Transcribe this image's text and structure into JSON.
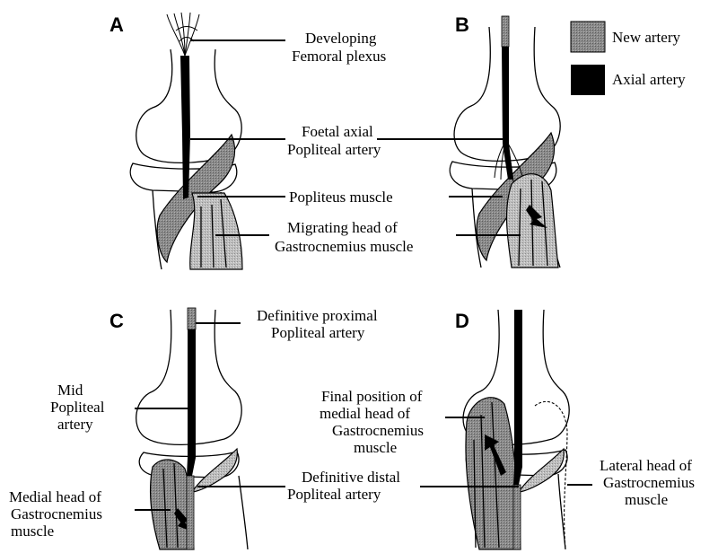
{
  "panels": {
    "A": "A",
    "B": "B",
    "C": "C",
    "D": "D"
  },
  "legend": {
    "new_artery": "New artery",
    "axial_artery": "Axial artery",
    "new_artery_color": "#7a7a7a",
    "axial_artery_color": "#000000"
  },
  "labels": {
    "femoral_plexus": [
      "Developing",
      "Femoral plexus"
    ],
    "foetal_axial": [
      "Foetal axial",
      "Popliteal artery"
    ],
    "popliteus": [
      "Popliteus muscle"
    ],
    "migrating_head": [
      "Migrating head of",
      "Gastrocnemius muscle"
    ],
    "definitive_proximal": [
      "Definitive proximal",
      "Popliteal artery"
    ],
    "mid_popliteal": [
      "Mid",
      "Popliteal",
      "artery"
    ],
    "medial_head": [
      "Medial head of",
      "Gastrocnemius",
      "muscle"
    ],
    "final_position": [
      "Final position of",
      "medial head of",
      "Gastrocnemius",
      "muscle"
    ],
    "definitive_distal": [
      "Definitive distal",
      "Popliteal artery"
    ],
    "lateral_head": [
      "Lateral  head of",
      "Gastrocnemius",
      "muscle"
    ]
  }
}
